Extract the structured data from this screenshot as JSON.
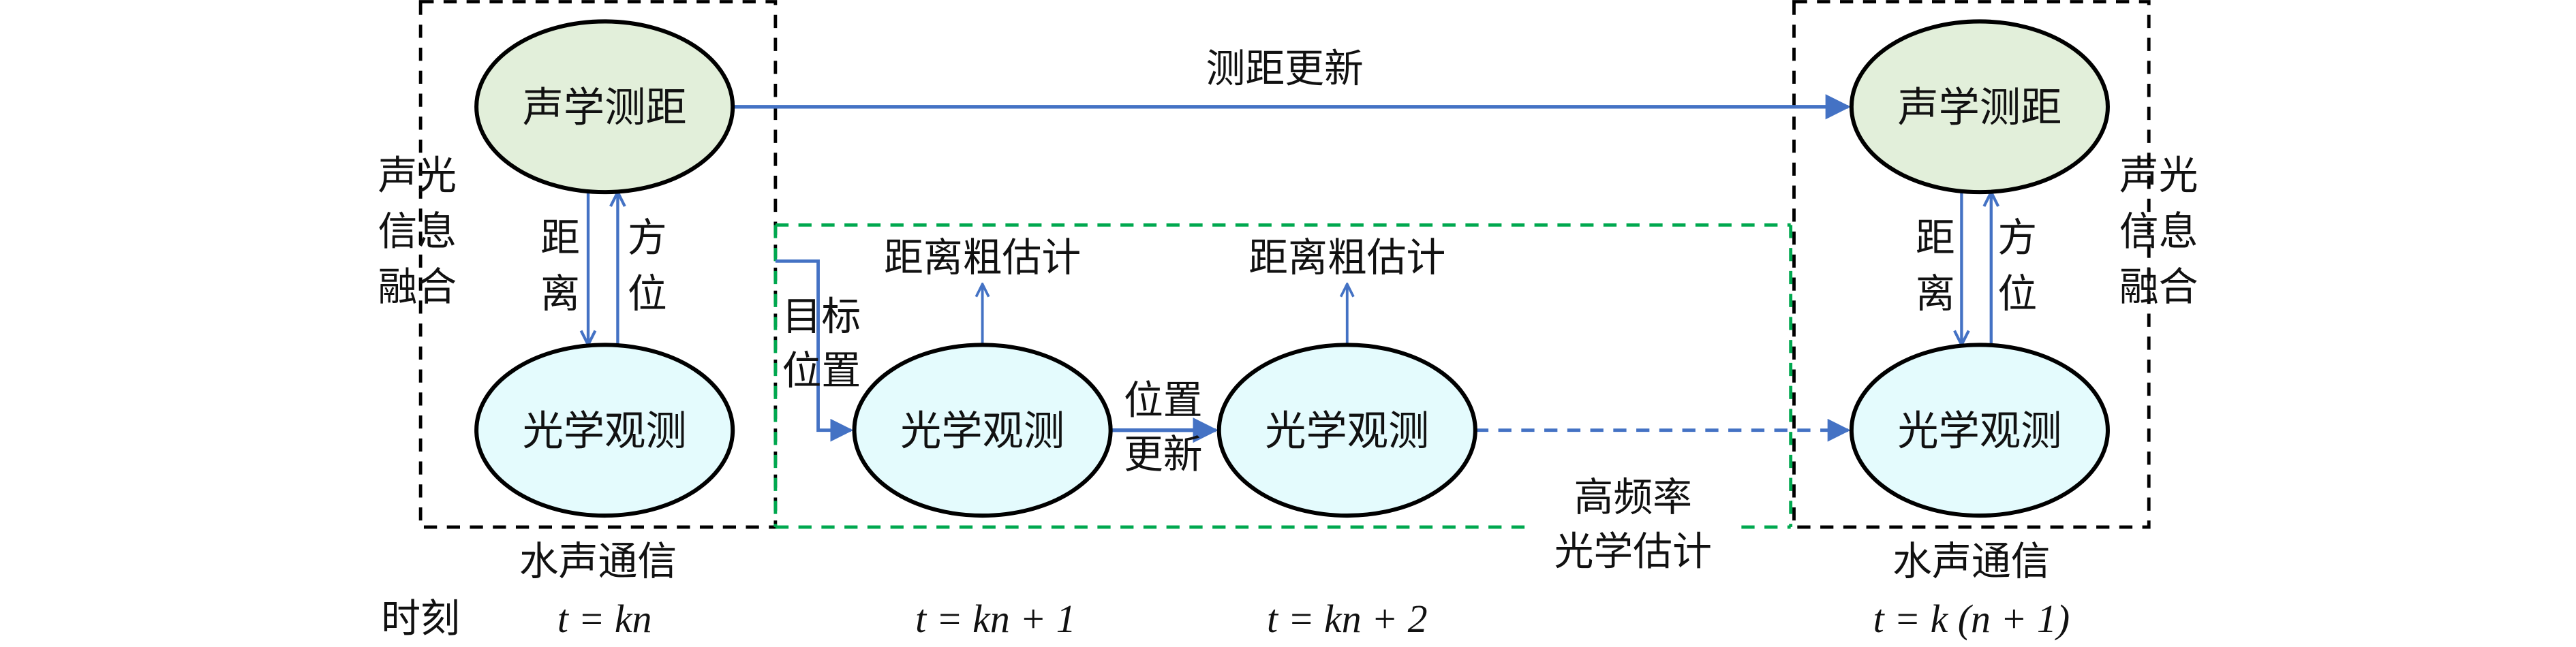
{
  "colors": {
    "acoustic_fill": "#e2efda",
    "optical_fill": "#e4fbfd",
    "arrow": "#4472c4",
    "box_black": "#000000",
    "box_green": "#00a84f"
  },
  "nodes": {
    "acoustic_ranging_left": "声学测距",
    "acoustic_ranging_right": "声学测距",
    "optical_obs_kn": "光学观测",
    "optical_obs_kn1": "光学观测",
    "optical_obs_kn2": "光学观测",
    "optical_obs_right": "光学观测"
  },
  "labels": {
    "ranging_update": "测距更新",
    "fusion_left": [
      "声光",
      "信息",
      "融合"
    ],
    "fusion_right": [
      "声光",
      "信息",
      "融合"
    ],
    "distance_left": [
      "距",
      "离"
    ],
    "bearing_left": [
      "方",
      "位"
    ],
    "distance_right": [
      "距",
      "离"
    ],
    "bearing_right": [
      "方",
      "位"
    ],
    "target_position": [
      "目标",
      "位置"
    ],
    "coarse_estimate_1": "距离粗估计",
    "coarse_estimate_2": "距离粗估计",
    "position_update": [
      "位置",
      "更新"
    ],
    "high_freq_estimate": [
      "高频率",
      "光学估计"
    ],
    "acoustic_comm_left": "水声通信",
    "acoustic_comm_right": "水声通信"
  },
  "timeline": {
    "label": "时刻",
    "t0": "t = kn",
    "t1": "t = kn + 1",
    "t2": "t = kn + 2",
    "t3": "t = k (n + 1)"
  }
}
